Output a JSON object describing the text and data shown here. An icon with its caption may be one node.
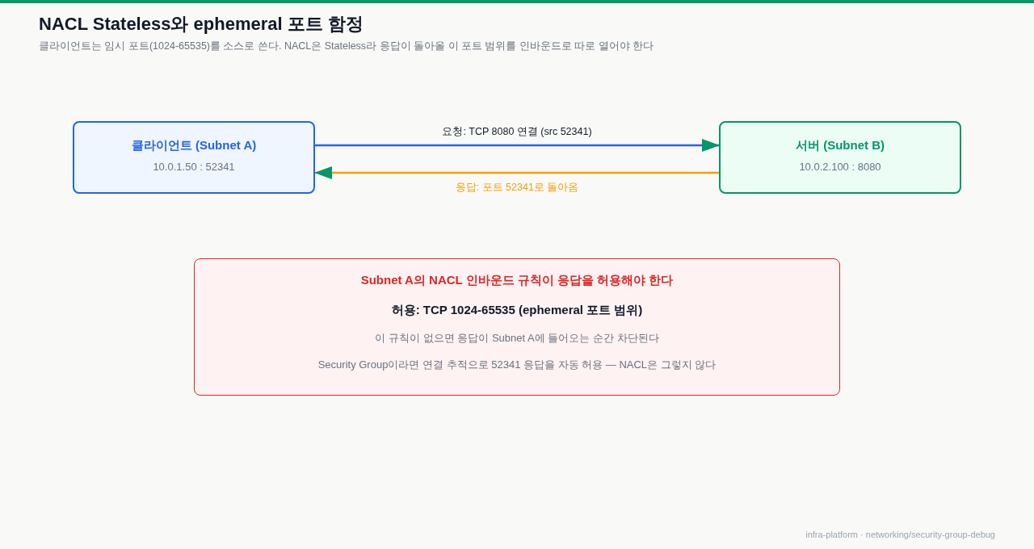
{
  "diagram": {
    "title": "NACL Stateless와 ephemeral 포트 함정",
    "nodes": [
      {
        "text": [
          "클라이언트 (Subnet A)",
          "10.0.1.50 : 52341"
        ]
      },
      {
        "text": [
          "서버 (Subnet B)",
          "10.0.2.100 : 8080"
        ]
      },
      {
        "text": [
          "Subnet A의 NACL 인바운드 규칙이 응답을 허용해야 한다",
          "허용: TCP 1024-65535 (ephemeral 포트 범위)",
          "이 규칙이 없으면 응답이 Subnet A에 들어오는 순간 차단된다",
          "Security Group이라면 연결 추적으로 52341 응답을 자동 허용 — NACL은 그렇지 않다"
        ]
      }
    ],
    "edges": [
      {
        "from": 0,
        "to": 1,
        "arrow": "to",
        "label": "요청: TCP 8080 연결 (src 52341)",
        "color": "#2563eb"
      },
      {
        "from": 1,
        "to": 0,
        "arrow": "to",
        "label": "응답: 포트 52341로 돌아옴",
        "color": "#f59e0b"
      }
    ],
    "labels": [
      "클라이언트는 임시 포트(1024-65535)를 소스로 쓴다. NACL은 Stateless라 응답이 돌아올 이 포트 범위를 인바운드로 따로 열어야 한다",
      "infra-platform · networking/security-group-debug"
    ]
  }
}
